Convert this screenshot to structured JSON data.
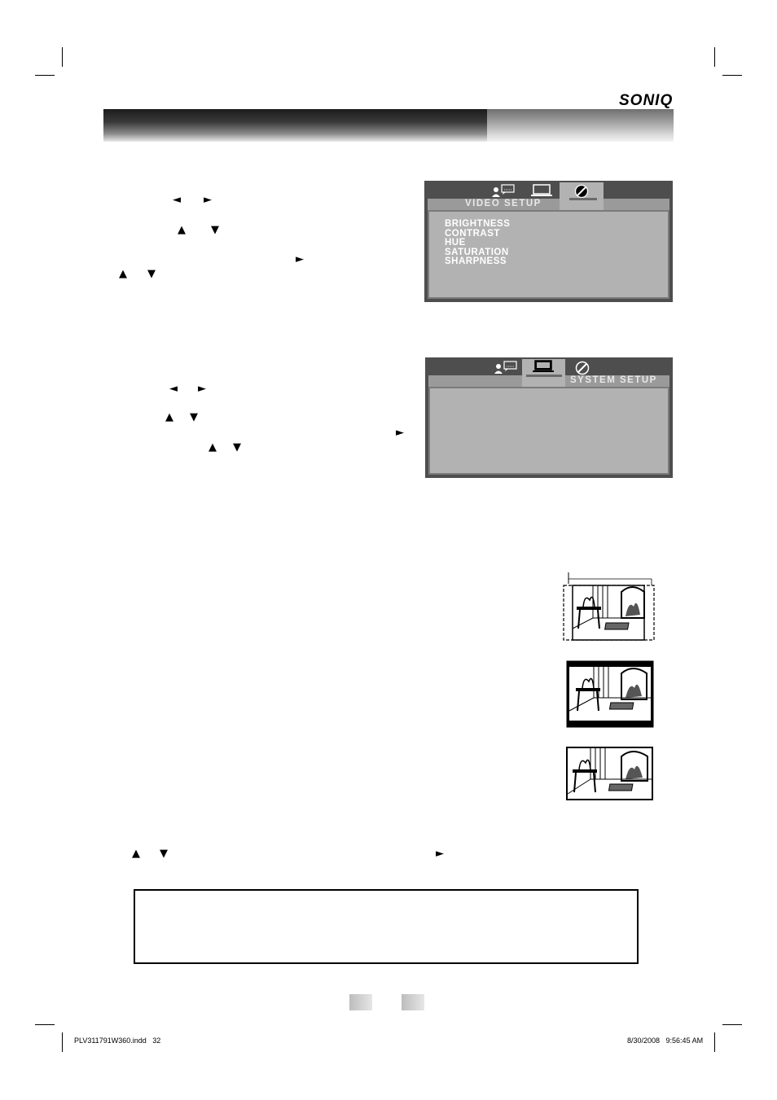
{
  "brand": {
    "logo_text": "SONIQ"
  },
  "arrows": {
    "left": "◄",
    "right": "►",
    "up": "▲",
    "down": "▼"
  },
  "video_setup_menu": {
    "title": "VIDEO SETUP",
    "items": [
      "BRIGHTNESS",
      "CONTRAST",
      "HUE",
      "SATURATION",
      "SHARPNESS"
    ],
    "tab_icons": [
      "person-subtitle-icon",
      "monitor-icon",
      "color-disc-icon"
    ],
    "active_tab": "color-disc-icon"
  },
  "system_setup_menu": {
    "title": "SYSTEM SETUP",
    "tab_icons": [
      "person-subtitle-icon",
      "monitor-icon",
      "color-disc-icon"
    ],
    "active_tab": "monitor-icon"
  },
  "illustrations": [
    "pan-scan-image",
    "letterbox-image",
    "normal-image"
  ],
  "footer": {
    "file": "PLV311791W360.indd   32",
    "timestamp": "8/30/2008   9:56:45 AM"
  },
  "colors": {
    "panel_dark": "#4e4e4e",
    "panel_content": "#b2b2b2",
    "titlebar": "#9a9a9a"
  }
}
